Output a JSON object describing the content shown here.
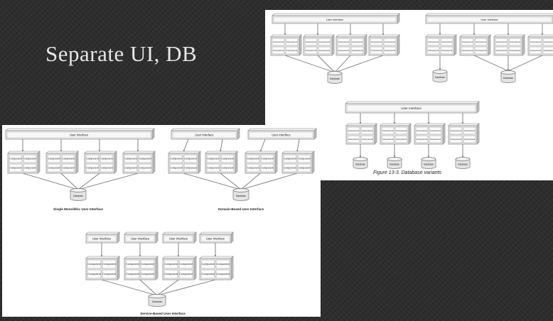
{
  "slide": {
    "title": "Separate UI, DB"
  },
  "ui_label": "User Interface",
  "component_label": "Component",
  "db_label": "Database",
  "right_figure": {
    "caption": "Figure 13-3. Database variants"
  },
  "left_figure": {
    "labels": {
      "monolithic": "Single Monolithic User Interface",
      "domain": "Domain-Based User Interface",
      "service": "Service-Based User Interface"
    }
  },
  "colors": {
    "background": "#2b2b2b",
    "title": "#e6e6e6",
    "box_fill": "#e9e9e9",
    "stroke": "#888888"
  }
}
